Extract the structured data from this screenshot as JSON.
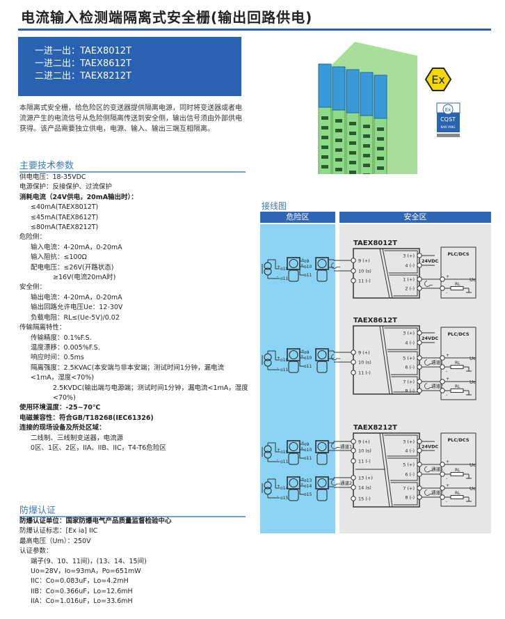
{
  "title": "电流输入检测端隔离式安全栅(输出回路供电)",
  "models": [
    "一进一出：TAEX8012T",
    "一进二出：TAEX8612T",
    "二进二出：TAEX8212T"
  ],
  "intro": "本隔离式安全栅，给危险区的变送器提供隔离电源，同时将变送器或者电流源产生的电流信号从危险侧隔离传送到安全侧，输出信号须由外部供电获得。该产品需要独立供电，电源、输入、输出三端互相隔离。",
  "logos": {
    "ex": "Ex",
    "cqst_top": "Ex",
    "cqst_mid": "CQST",
    "cqst_bottom": "NAN YANG"
  },
  "params_heading": "主要技术参数",
  "params": [
    {
      "t": "供电电压：18-35VDC",
      "lvl": 0
    },
    {
      "t": "电源保护：反接保护、过流保护",
      "lvl": 0
    },
    {
      "t": "消耗电流（24V供电，20mA输出时）：",
      "lvl": 0,
      "bold": true
    },
    {
      "t": "≤40mA(TAEX8012T)",
      "lvl": 1
    },
    {
      "t": "≤45mA(TAEX8612T)",
      "lvl": 1
    },
    {
      "t": "≤80mA(TAEX8212T)",
      "lvl": 1
    },
    {
      "t": "危险侧：",
      "lvl": 0
    },
    {
      "t": "输入电流：4-20mA，0-20mA",
      "lvl": 1
    },
    {
      "t": "输入阻抗：≤100Ω",
      "lvl": 1
    },
    {
      "t": "配电电压：≤26V(开路状态)",
      "lvl": 1
    },
    {
      "t": "≥16V(电流20mA时)",
      "lvl": 3
    },
    {
      "t": "安全侧：",
      "lvl": 0
    },
    {
      "t": "输出电流：4-20mA，0-20mA",
      "lvl": 1
    },
    {
      "t": "输出回路允许电压Ue：12-30V",
      "lvl": 1
    },
    {
      "t": "负载电阻：RL≤(Ue-5V)/0.02",
      "lvl": 1
    },
    {
      "t": "传输隔离特性：",
      "lvl": 0
    },
    {
      "t": "传输精度：0.1%F.S.",
      "lvl": 1
    },
    {
      "t": "温度漂移：0.005%F.S.",
      "lvl": 1
    },
    {
      "t": "响应时间：0.5ms",
      "lvl": 1
    },
    {
      "t": "隔离强度：2.5KVAC(本安端与非本安端；测试时间1分钟，漏电流<1mA，湿度<70%)",
      "lvl": 1
    },
    {
      "t": "2.5KVDC(输出端与电源端；测试时间1分钟，漏电流<1mA，湿度<70%)",
      "lvl": 3
    },
    {
      "t": "使用环境温度：-25~70℃",
      "lvl": 0,
      "bold": true
    },
    {
      "t": "电磁兼容性：符合GB/T18268(IEC61326)",
      "lvl": 0,
      "bold": true
    },
    {
      "t": "连接的现场设备及所处区域：",
      "lvl": 0,
      "bold": true
    },
    {
      "t": "二线制、三线制变送器，电流源",
      "lvl": 1
    },
    {
      "t": "0区、1区、2区，IIA、IIB、IIC，T4-T6危险区",
      "lvl": 1
    }
  ],
  "cert_heading": "防爆认证",
  "cert": [
    {
      "t": "防爆认证单位：国家防爆电气产品质量监督检验中心",
      "lvl": 0,
      "bold": true
    },
    {
      "t": "防爆认证标志：[Ex ia] IIC",
      "lvl": 0
    },
    {
      "t": "最高电压（Um）：250V",
      "lvl": 0
    },
    {
      "t": "认证参数：",
      "lvl": 0
    },
    {
      "t": "端子(9、10、11间)，(13、14、15间)",
      "lvl": 1
    },
    {
      "t": "Uo=28V，Io=93mA，Po=651mW",
      "lvl": 1
    },
    {
      "t": "IIC：Co=0.083uF，Lo=4.2mH",
      "lvl": 1
    },
    {
      "t": "IIB：Co=0.366uF，Lo=12.6mH",
      "lvl": 1
    },
    {
      "t": "IIA：Co=1.016uF，Lo=33.6mH",
      "lvl": 1
    }
  ],
  "wiring": {
    "heading": "接线图",
    "danger_zone": "危险区",
    "safe_zone": "安全区",
    "power": "24VDC",
    "plc": "PLC/DCS",
    "ue": "Ue",
    "rl": "RL",
    "diagrams": [
      {
        "model": "TAEX8012T",
        "left": [
          "9 (+)",
          "10 (s)",
          "11 (-)"
        ],
        "right": [
          "3 (+)",
          "4 (-)",
          "1 (+)",
          "2 (-)"
        ],
        "field": [
          [
            "9",
            "10",
            "11"
          ]
        ],
        "in_channels": [],
        "out_channels": [
          ""
        ]
      },
      {
        "model": "TAEX8612T",
        "left": [
          "9 (+)",
          "10 (s)",
          "11 (-)"
        ],
        "right": [
          "3 (+)",
          "4 (-)",
          "5 (+)",
          "6 (-)",
          "7 (+)",
          "8 (-)"
        ],
        "field": [
          [
            "9",
            "10",
            "11"
          ]
        ],
        "in_channels": [],
        "out_channels": [
          "通道1",
          "通道2"
        ]
      },
      {
        "model": "TAEX8212T",
        "left": [
          "9 (+)",
          "10 (s)",
          "11 (-)",
          "13 (+)",
          "14 (s)",
          "15 (-)"
        ],
        "right": [
          "3 (+)",
          "4 (-)",
          "5 (+)",
          "6 (-)",
          "7 (+)",
          "8 (-)"
        ],
        "field": [
          [
            "9",
            "10",
            "11"
          ],
          [
            "13",
            "14",
            "15"
          ]
        ],
        "in_channels": [
          "通道1",
          "通道2"
        ],
        "out_channels": [
          "通道1",
          "通道2"
        ]
      }
    ]
  },
  "colors": {
    "brand": "#2962b0",
    "danger": "#8ad3f3",
    "safe": "#e6e6e6",
    "module_green": "#8fd98a",
    "module_blue": "#3a9ad8"
  }
}
